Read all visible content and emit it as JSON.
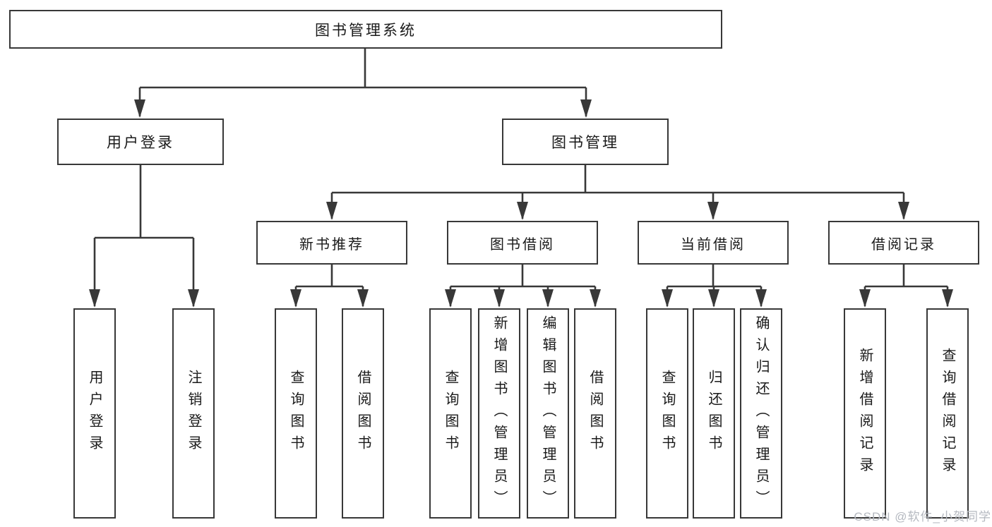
{
  "diagram": {
    "root": "图书管理系统",
    "branches": [
      {
        "label": "用户登录",
        "children": [
          "用户登录",
          "注销登录"
        ]
      },
      {
        "label": "图书管理",
        "sections": [
          {
            "label": "新书推荐",
            "children": [
              "查询图书",
              "借阅图书"
            ]
          },
          {
            "label": "图书借阅",
            "children": [
              "查询图书",
              "新增图书（管理员）",
              "编辑图书（管理员）",
              "借阅图书"
            ]
          },
          {
            "label": "当前借阅",
            "children": [
              "查询图书",
              "归还图书",
              "确认归还（管理员）"
            ]
          },
          {
            "label": "借阅记录",
            "children": [
              "新增借阅记录",
              "查询借阅记录"
            ]
          }
        ]
      }
    ]
  },
  "watermark": {
    "text": "CSDN @软件_小贺同学"
  },
  "colors": {
    "line": "#383838",
    "box_border": "#383838",
    "box_fill": "#ffffff",
    "text": "#1a1a1a",
    "watermark": "#b5b9c0",
    "background": "#ffffff"
  }
}
